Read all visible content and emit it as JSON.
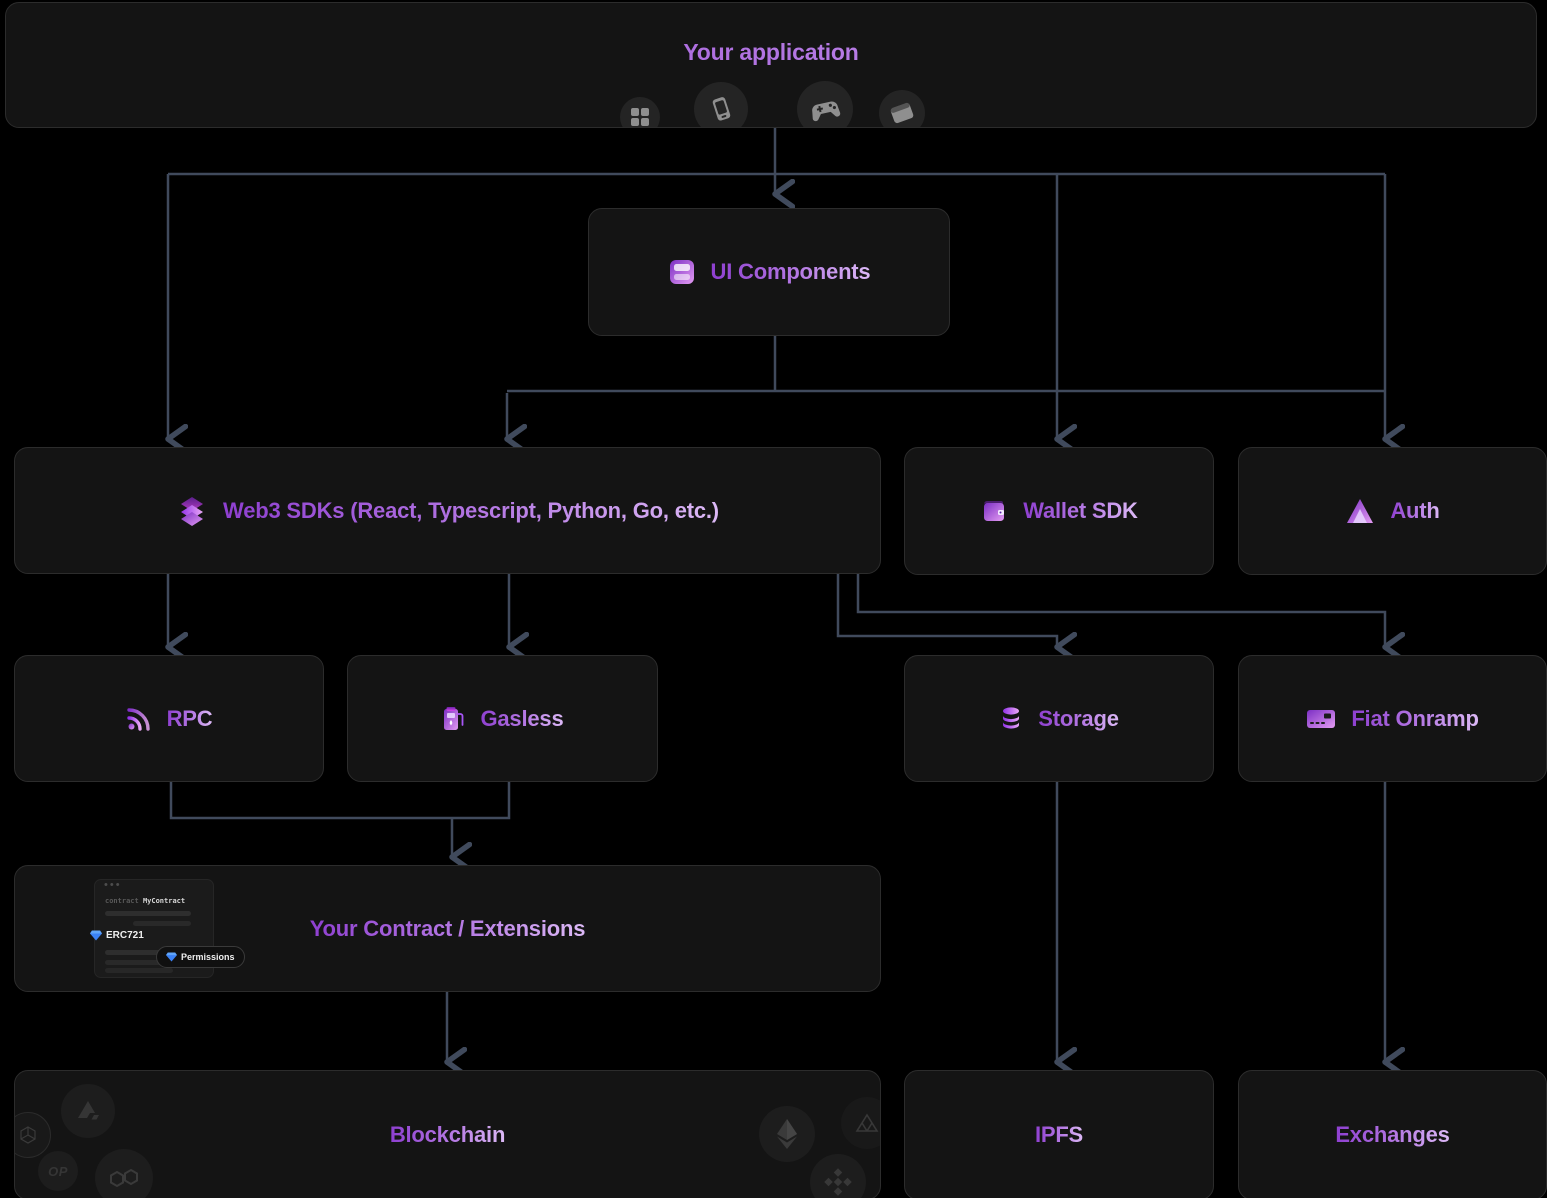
{
  "app": {
    "title": "Your application"
  },
  "nodes": {
    "ui_components": {
      "label": "UI Components"
    },
    "web3_sdks": {
      "label": "Web3 SDKs (React, Typescript, Python, Go, etc.)"
    },
    "wallet_sdk": {
      "label": "Wallet SDK"
    },
    "auth": {
      "label": "Auth"
    },
    "rpc": {
      "label": "RPC"
    },
    "gasless": {
      "label": "Gasless"
    },
    "storage": {
      "label": "Storage"
    },
    "fiat_onramp": {
      "label": "Fiat Onramp"
    },
    "contract": {
      "label": "Your Contract / Extensions"
    },
    "blockchain": {
      "label": "Blockchain"
    },
    "ipfs": {
      "label": "IPFS"
    },
    "exchanges": {
      "label": "Exchanges"
    }
  },
  "contract_preview": {
    "window_dots": "•••",
    "keyword": "contract",
    "name": "MyContract",
    "badge": "ERC721",
    "pill": "Permissions"
  },
  "icons": {
    "app_platforms": [
      "apps-grid-icon",
      "mobile-phone-icon",
      "gamepad-icon",
      "browser-window-icon"
    ],
    "node_icons": [
      "ui-components-icon",
      "layers-icon",
      "wallet-icon",
      "auth-triangle-icon",
      "rpc-signal-icon",
      "gas-pump-icon",
      "database-icon",
      "credit-card-icon"
    ],
    "chain_icons": [
      "avalanche-icon",
      "hex-chain-icon",
      "optimism-icon",
      "polygon-icon",
      "ethereum-icon",
      "pyramid-chain-icon",
      "binance-icon"
    ],
    "optimism_text": "OP"
  },
  "colors": {
    "background": "#000000",
    "node_bg": "#141414",
    "node_border": "#2c2c2c",
    "connector": "#404a5c",
    "accent_gradient_start": "#8e3fd0",
    "accent_gradient_end": "#dcb9f6",
    "badge_blue": "#3b82f6"
  }
}
